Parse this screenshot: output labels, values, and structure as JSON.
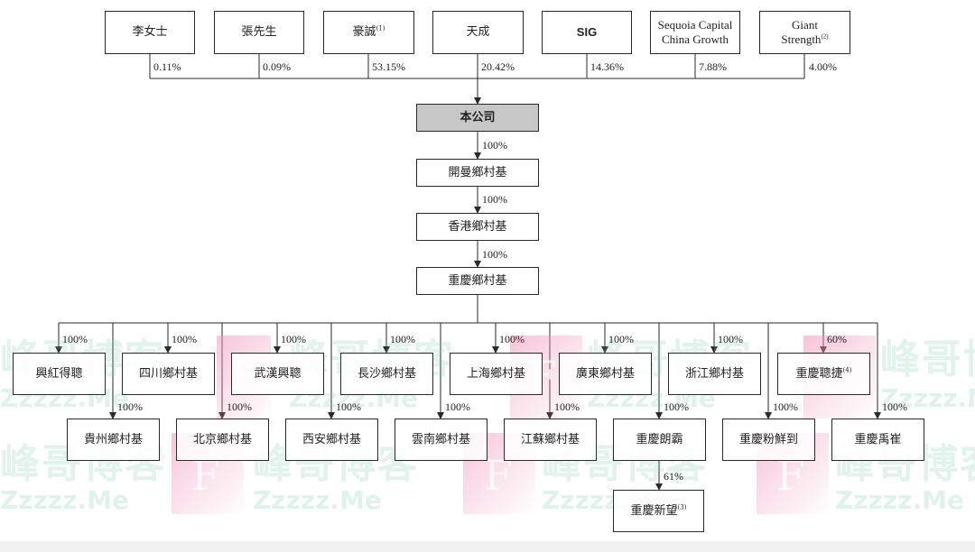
{
  "shareholders": [
    {
      "name": "李女士",
      "note": "",
      "pct": "0.11%"
    },
    {
      "name": "張先生",
      "note": "",
      "pct": "0.09%"
    },
    {
      "name": "豪誠",
      "note": "(1)",
      "pct": "53.15%"
    },
    {
      "name": "天成",
      "note": "",
      "pct": "20.42%"
    },
    {
      "name": "SIG",
      "note": "",
      "pct": "14.36%"
    },
    {
      "name": "Sequoia Capital China Growth",
      "note": "",
      "pct": "7.88%"
    },
    {
      "name": "Giant Strength",
      "note": "(2)",
      "pct": "4.00%"
    }
  ],
  "company": {
    "name": "本公司"
  },
  "chain": [
    {
      "name": "開曼鄉村基",
      "pct": "100%"
    },
    {
      "name": "香港鄉村基",
      "pct": "100%"
    },
    {
      "name": "重慶鄉村基",
      "pct": "100%"
    }
  ],
  "subsidiaries_row1": [
    {
      "name": "興紅得聰",
      "note": "",
      "pct": "100%"
    },
    {
      "name": "四川鄉村基",
      "note": "",
      "pct": "100%"
    },
    {
      "name": "武漢興聰",
      "note": "",
      "pct": "100%"
    },
    {
      "name": "長沙鄉村基",
      "note": "",
      "pct": "100%"
    },
    {
      "name": "上海鄉村基",
      "note": "",
      "pct": "100%"
    },
    {
      "name": "廣東鄉村基",
      "note": "",
      "pct": "100%"
    },
    {
      "name": "浙江鄉村基",
      "note": "",
      "pct": "100%"
    },
    {
      "name": "重慶聰捷",
      "note": "(4)",
      "pct": "60%"
    }
  ],
  "subsidiaries_row2": [
    {
      "name": "貴州鄉村基",
      "note": "",
      "pct": "100%"
    },
    {
      "name": "北京鄉村基",
      "note": "",
      "pct": "100%"
    },
    {
      "name": "西安鄉村基",
      "note": "",
      "pct": "100%"
    },
    {
      "name": "雲南鄉村基",
      "note": "",
      "pct": "100%"
    },
    {
      "name": "江蘇鄉村基",
      "note": "",
      "pct": "100%"
    },
    {
      "name": "重慶朗霸",
      "note": "",
      "pct": "100%"
    },
    {
      "name": "重慶粉鮮到",
      "note": "",
      "pct": "100%"
    },
    {
      "name": "重慶禹崔",
      "note": "",
      "pct": "100%"
    }
  ],
  "sub_of_langba": {
    "name": "重慶新望",
    "note": "(3)",
    "pct": "61%"
  },
  "watermark": {
    "text": "峰哥博客",
    "url": "Zzzzz.Me",
    "mark": "F"
  },
  "colors": {
    "company_fill": "#c7c7c7",
    "line": "#2a2a2a",
    "watermark_green": "#78c8aa",
    "watermark_pink": "#f096b9"
  }
}
